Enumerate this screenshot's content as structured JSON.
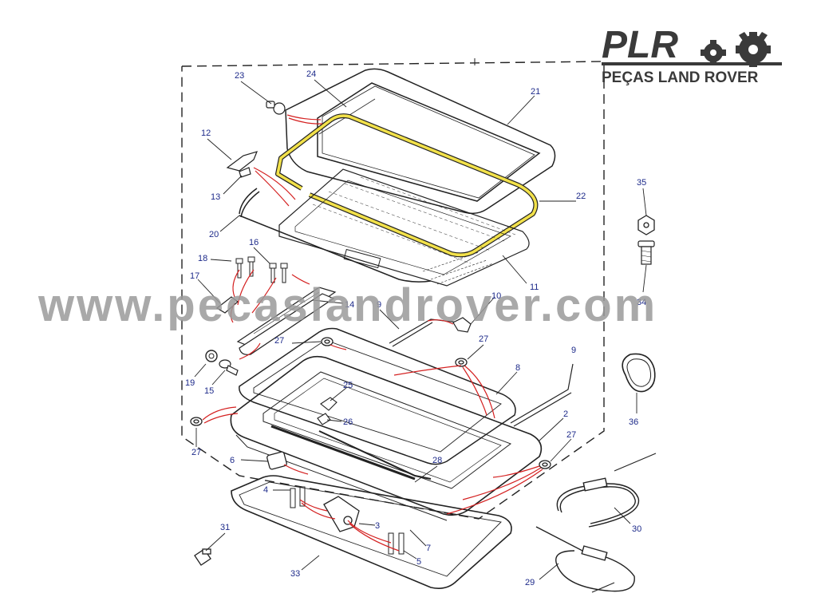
{
  "logo": {
    "brand": "PLR",
    "tagline": "PEÇAS LAND ROVER"
  },
  "watermark": "www.pecaslandrover.com",
  "colors": {
    "line": "#222222",
    "leader_red": "#d42020",
    "highlight_seal": "#f2e14a",
    "label": "#1d2a8a",
    "watermark": "#9a9a9a"
  },
  "callouts": [
    {
      "id": "23",
      "label": "23"
    },
    {
      "id": "24",
      "label": "24"
    },
    {
      "id": "21",
      "label": "21"
    },
    {
      "id": "12",
      "label": "12"
    },
    {
      "id": "13",
      "label": "13"
    },
    {
      "id": "22",
      "label": "22"
    },
    {
      "id": "20",
      "label": "20"
    },
    {
      "id": "16",
      "label": "16"
    },
    {
      "id": "18",
      "label": "18"
    },
    {
      "id": "11",
      "label": "11"
    },
    {
      "id": "17",
      "label": "17"
    },
    {
      "id": "14",
      "label": "14"
    },
    {
      "id": "9a",
      "label": "9"
    },
    {
      "id": "10",
      "label": "10"
    },
    {
      "id": "27a",
      "label": "27"
    },
    {
      "id": "27b",
      "label": "27"
    },
    {
      "id": "9b",
      "label": "9"
    },
    {
      "id": "19",
      "label": "19"
    },
    {
      "id": "15",
      "label": "15"
    },
    {
      "id": "8",
      "label": "8"
    },
    {
      "id": "25",
      "label": "25"
    },
    {
      "id": "27c",
      "label": "27"
    },
    {
      "id": "26",
      "label": "26"
    },
    {
      "id": "2",
      "label": "2"
    },
    {
      "id": "27d",
      "label": "27"
    },
    {
      "id": "6",
      "label": "6"
    },
    {
      "id": "28",
      "label": "28"
    },
    {
      "id": "4",
      "label": "4"
    },
    {
      "id": "31",
      "label": "31"
    },
    {
      "id": "3",
      "label": "3"
    },
    {
      "id": "7",
      "label": "7"
    },
    {
      "id": "5",
      "label": "5"
    },
    {
      "id": "33",
      "label": "33"
    },
    {
      "id": "35",
      "label": "35"
    },
    {
      "id": "34",
      "label": "34"
    },
    {
      "id": "36",
      "label": "36"
    },
    {
      "id": "30",
      "label": "30"
    },
    {
      "id": "29",
      "label": "29"
    }
  ]
}
